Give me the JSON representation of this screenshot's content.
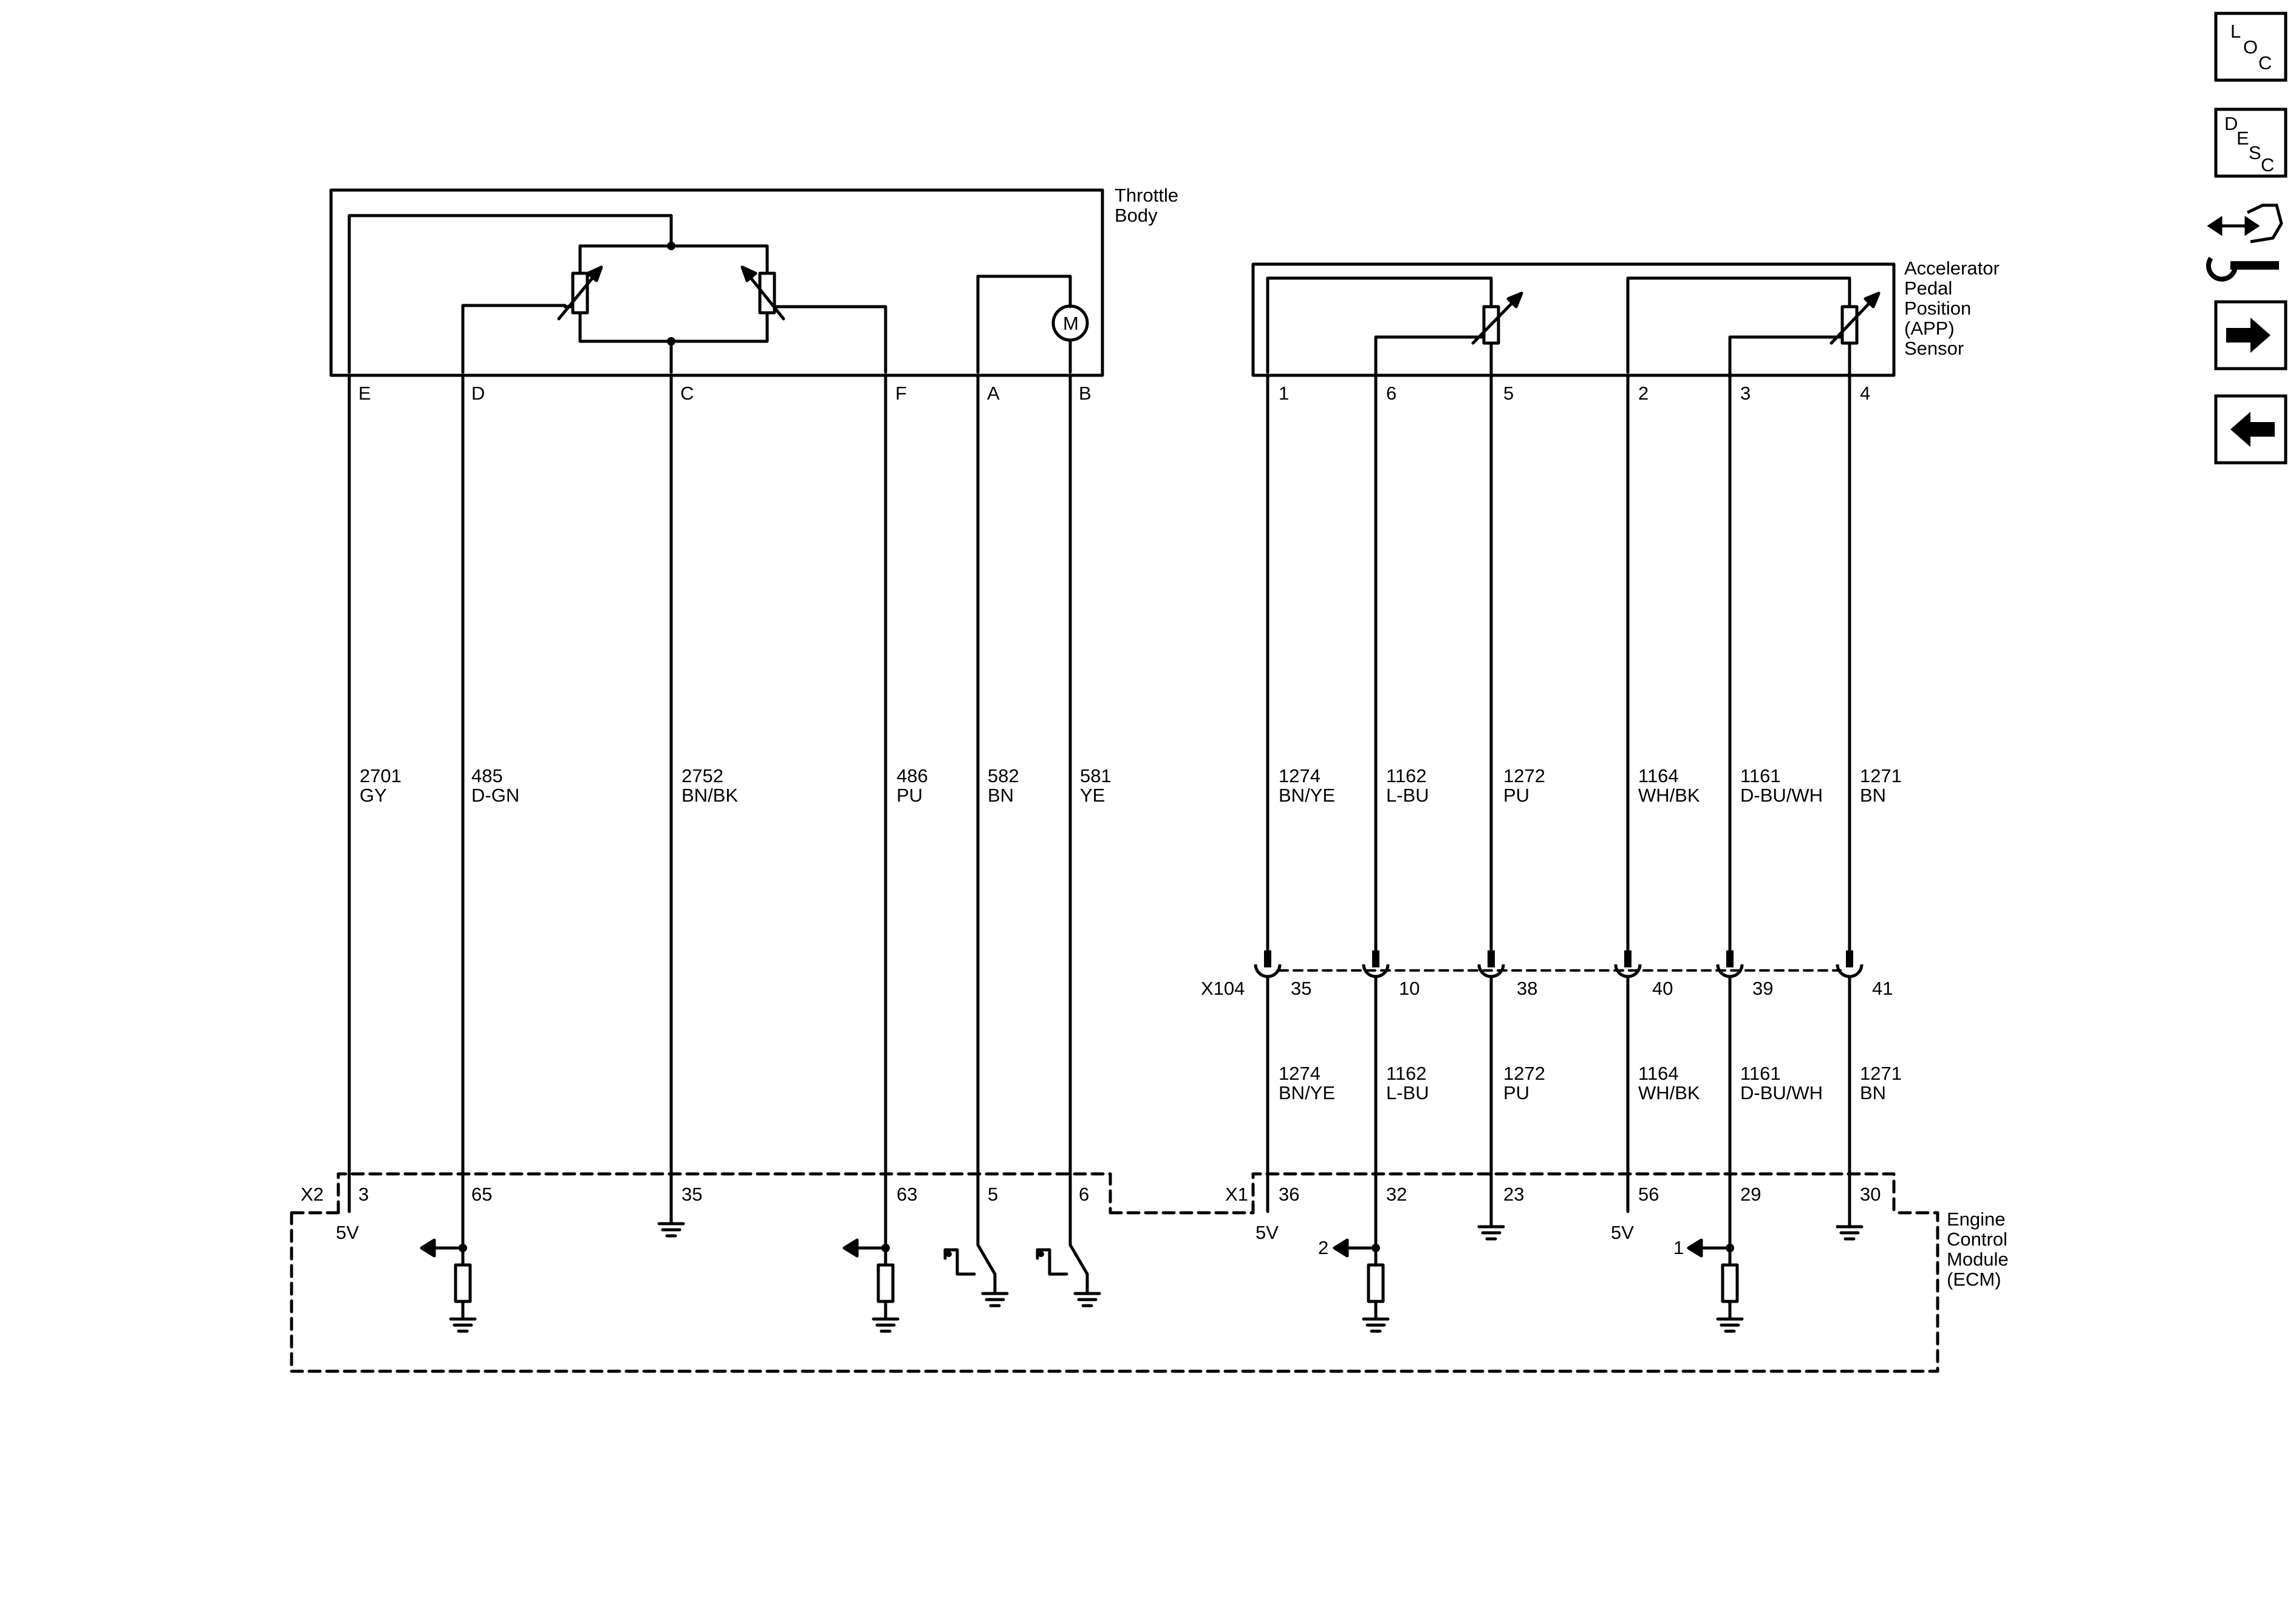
{
  "throttle_body": {
    "label_lines": [
      "Throttle",
      "Body"
    ],
    "pins": [
      {
        "letter": "E",
        "circuit": "2701",
        "color": "GY",
        "ecm_pin": "3"
      },
      {
        "letter": "D",
        "circuit": "485",
        "color": "D-GN",
        "ecm_pin": "65"
      },
      {
        "letter": "C",
        "circuit": "2752",
        "color": "BN/BK",
        "ecm_pin": "35"
      },
      {
        "letter": "F",
        "circuit": "486",
        "color": "PU",
        "ecm_pin": "63"
      },
      {
        "letter": "A",
        "circuit": "582",
        "color": "BN",
        "ecm_pin": "5"
      },
      {
        "letter": "B",
        "circuit": "581",
        "color": "YE",
        "ecm_pin": "6"
      }
    ],
    "motor_label": "M"
  },
  "app_sensor": {
    "label_lines": [
      "Accelerator",
      "Pedal",
      "Position",
      "(APP)",
      "Sensor"
    ],
    "pins": [
      {
        "number": "1",
        "circuit": "1274",
        "color": "BN/YE",
        "x104_pin": "35",
        "ecm_pin": "36"
      },
      {
        "number": "6",
        "circuit": "1162",
        "color": "L-BU",
        "x104_pin": "10",
        "ecm_pin": "32"
      },
      {
        "number": "5",
        "circuit": "1272",
        "color": "PU",
        "x104_pin": "38",
        "ecm_pin": "23"
      },
      {
        "number": "2",
        "circuit": "1164",
        "color": "WH/BK",
        "x104_pin": "40",
        "ecm_pin": "56"
      },
      {
        "number": "3",
        "circuit": "1161",
        "color": "D-BU/WH",
        "x104_pin": "39",
        "ecm_pin": "29"
      },
      {
        "number": "4",
        "circuit": "1271",
        "color": "BN",
        "x104_pin": "41",
        "ecm_pin": "30"
      }
    ]
  },
  "inline_connector": {
    "name": "X104"
  },
  "ecm": {
    "label_lines": [
      "Engine",
      "Control",
      "Module",
      "(ECM)"
    ],
    "connector_x2": "X2",
    "connector_x1": "X1",
    "ref_5v": "5V",
    "signal_ref_2": "2",
    "signal_ref_1": "1"
  },
  "nav": {
    "loc_letters": [
      "L",
      "O",
      "C"
    ],
    "desc_letters": [
      "D",
      "E",
      "S",
      "C"
    ],
    "icons": [
      "connector-repair-icon",
      "next-arrow-icon",
      "previous-arrow-icon"
    ]
  }
}
